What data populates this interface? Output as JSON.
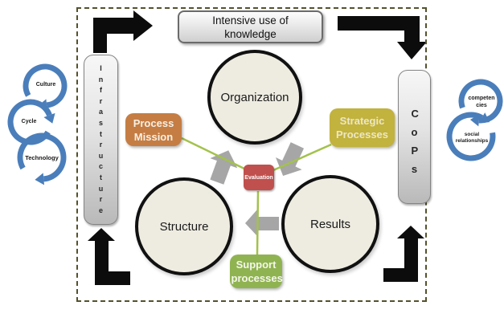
{
  "colors": {
    "blue": "#4a7ebb",
    "black": "#0c0c0c",
    "gray_arrow": "#a6a6a6",
    "green_line": "#a3c24c"
  },
  "banner": {
    "label": "Intensive use of knowledge"
  },
  "bars": {
    "infrastructure": "Infrastructure",
    "cops": "CoPs"
  },
  "circles": {
    "organization": "Organization",
    "structure": "Structure",
    "results": "Results"
  },
  "boxes": {
    "process_mission": "Process Mission",
    "strategic_processes": "Strategic Processes",
    "support_processes": "Support processes",
    "evaluation": "Evaluation"
  },
  "left_cycle": {
    "items": [
      "Culture",
      "Cycle",
      "Technology"
    ]
  },
  "right_cycle": {
    "items": [
      "competen cies",
      "social relationships"
    ]
  }
}
